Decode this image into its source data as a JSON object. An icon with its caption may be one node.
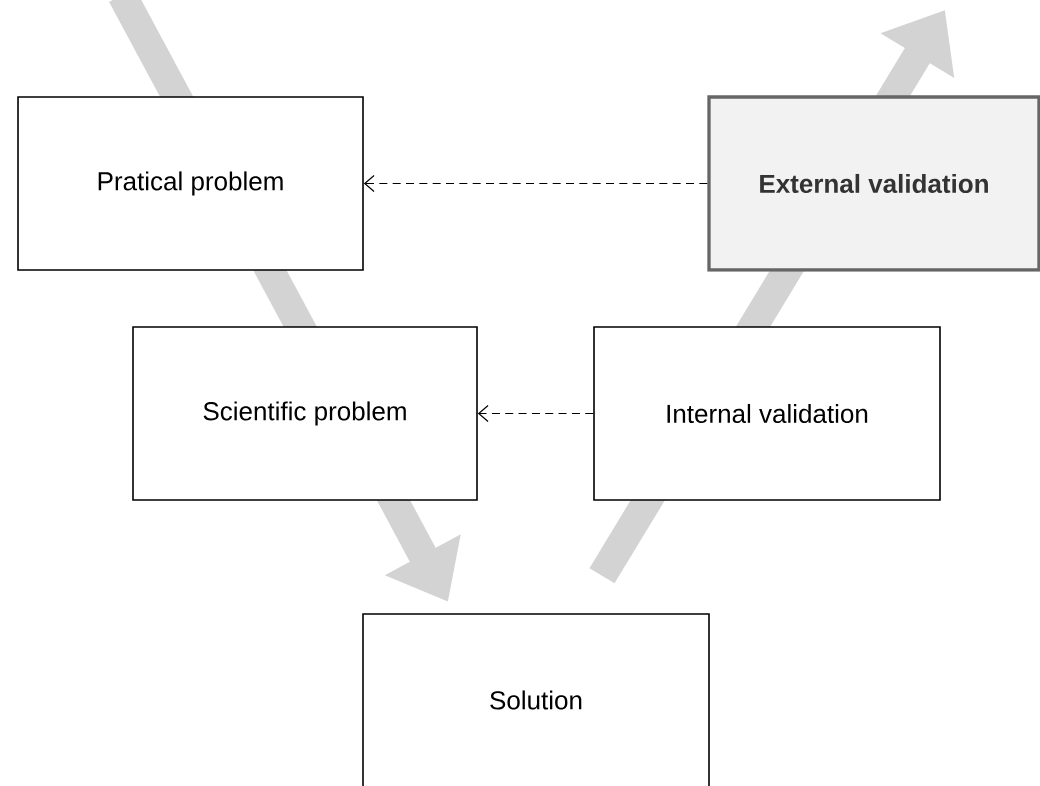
{
  "diagram": {
    "nodes": [
      {
        "text": [
          "Pratical problem"
        ]
      },
      {
        "text": [
          "External validation"
        ]
      },
      {
        "text": [
          "Scientific problem"
        ]
      },
      {
        "text": [
          "Internal validation"
        ]
      },
      {
        "text": [
          "Solution"
        ]
      }
    ],
    "edges": [
      {
        "from": 1,
        "to": 0,
        "arrow": "to",
        "style": "dashed"
      },
      {
        "from": 3,
        "to": 2,
        "arrow": "to",
        "style": "dashed"
      },
      {
        "from": null,
        "to": 4,
        "arrow": "to",
        "style": "thick",
        "color": "#d3d3d3"
      },
      {
        "from": 4,
        "to": null,
        "arrow": "to",
        "style": "thick",
        "color": "#d3d3d3"
      }
    ]
  }
}
